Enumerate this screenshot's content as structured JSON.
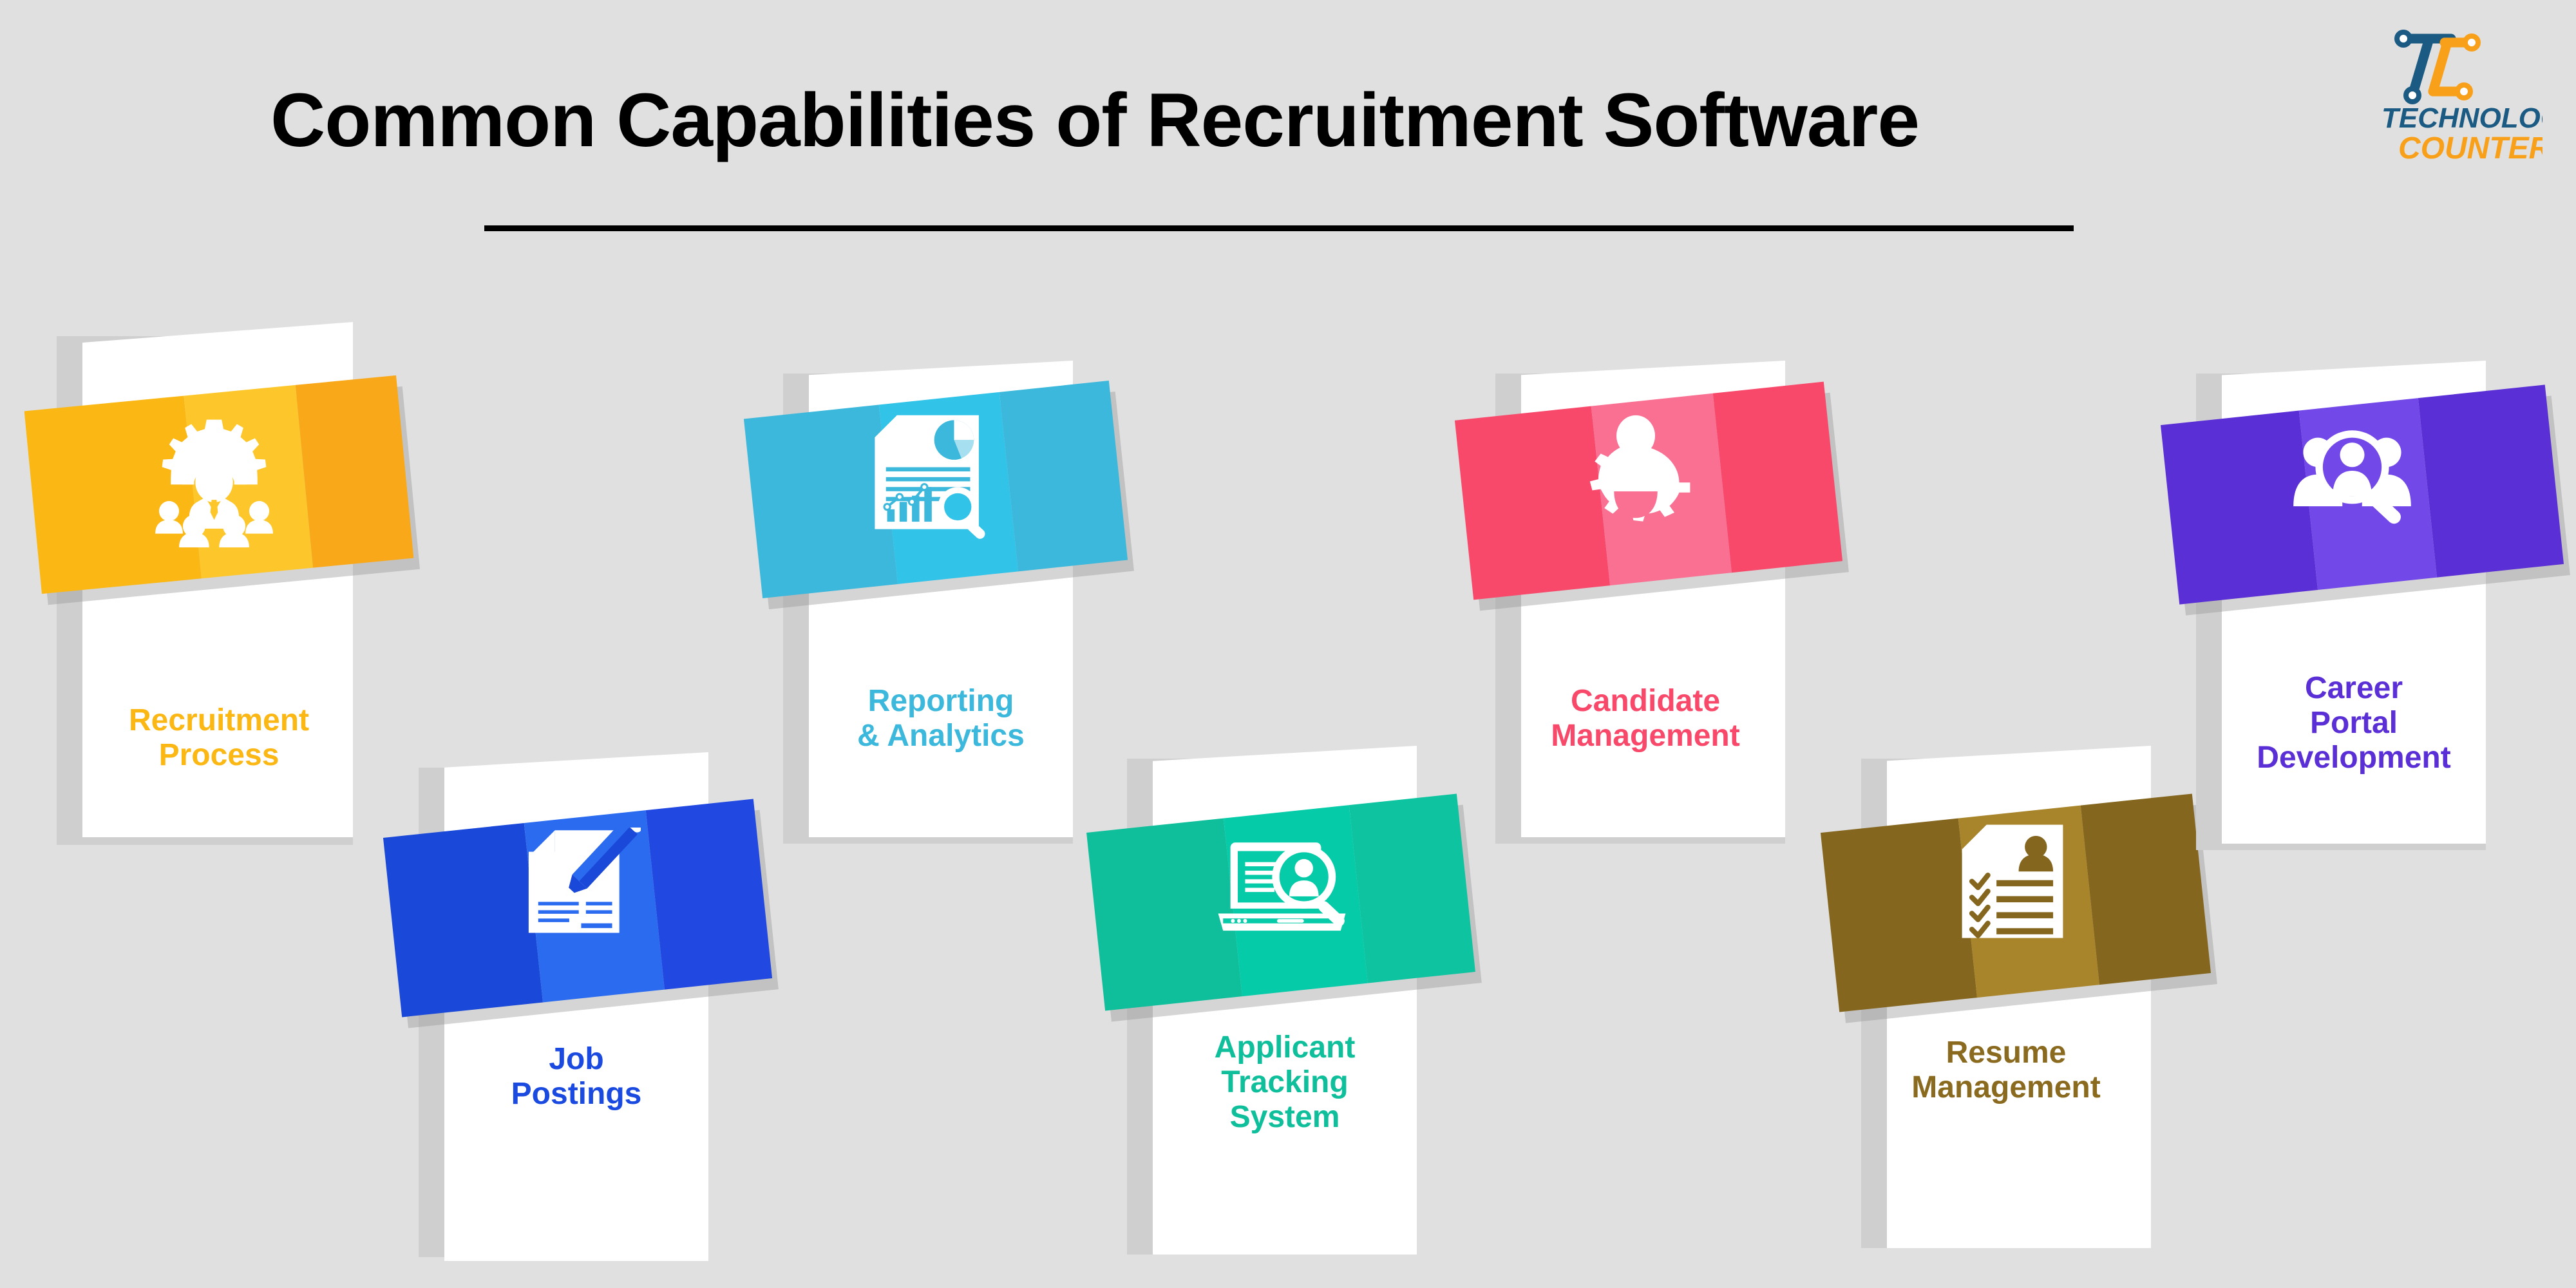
{
  "header": {
    "title": "Common Capabilities of Recruitment Software",
    "rule_color": "#000000"
  },
  "logo": {
    "name": "technology-counter-logo",
    "line1": "TECHNOLOGY",
    "line2": "COUNTER",
    "navy": "#1B5A82",
    "orange": "#F9A01B"
  },
  "background_color": "#E0E0E0",
  "cards": [
    {
      "id": "recruitment-process",
      "label": "Recruitment\nProcess",
      "icon": "gear-people-icon",
      "color_main": "#FBB713",
      "color_mid": "#FDC72B",
      "color_right": "#F9A81A",
      "text_color": "#FBB713"
    },
    {
      "id": "job-postings",
      "label": "Job\nPostings",
      "icon": "document-pencil-icon",
      "color_main": "#1A48D8",
      "color_mid": "#2B6BF0",
      "color_right": "#2148E0",
      "text_color": "#1A4AE0"
    },
    {
      "id": "reporting-analytics",
      "label": "Reporting\n& Analytics",
      "icon": "report-chart-magnifier-icon",
      "color_main": "#3BB8DB",
      "color_mid": "#31C3E8",
      "color_right": "#3BB8DB",
      "text_color": "#3BB8DB"
    },
    {
      "id": "applicant-tracking-system",
      "label": "Applicant\nTracking\nSystem",
      "icon": "laptop-person-search-icon",
      "color_main": "#0FBF9B",
      "color_mid": "#06CBA8",
      "color_right": "#0DC3A0",
      "text_color": "#0FBF9B"
    },
    {
      "id": "candidate-management",
      "label": "Candidate\nManagement",
      "icon": "person-gear-icon",
      "color_main": "#F8496B",
      "color_mid": "#FA7092",
      "color_right": "#F8496B",
      "text_color": "#F8496B"
    },
    {
      "id": "resume-management",
      "label": "Resume\nManagement",
      "icon": "resume-checklist-icon",
      "color_main": "#84661E",
      "color_mid": "#A8852B",
      "color_right": "#84661E",
      "text_color": "#8A6A1F"
    },
    {
      "id": "career-portal-development",
      "label": "Career\nPortal\nDevelopment",
      "icon": "people-magnifier-icon",
      "color_main": "#5B2FD6",
      "color_mid": "#7348E8",
      "color_right": "#5B2FD6",
      "text_color": "#5B2FD6"
    }
  ]
}
